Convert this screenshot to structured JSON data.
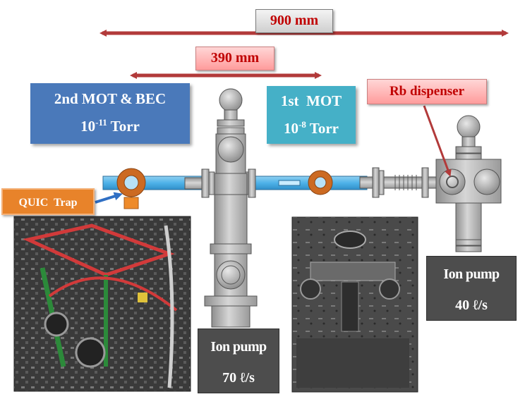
{
  "dimensions": {
    "overall": "900 mm",
    "mot_separation": "390 mm"
  },
  "chambers": {
    "second_mot": {
      "title": "2nd  MOT & BEC",
      "pressure_base": "10",
      "pressure_exp": "-11",
      "pressure_unit": " Torr"
    },
    "first_mot": {
      "title": "1st  MOT",
      "pressure_base": "10",
      "pressure_exp": "-8",
      "pressure_unit": " Torr"
    }
  },
  "labels": {
    "rb_dispenser": "Rb dispenser",
    "quic_trap": "QUIC  Trap"
  },
  "ion_pumps": {
    "left": {
      "title": "Ion pump",
      "speed": "70 ℓ/s"
    },
    "right": {
      "title": "Ion pump",
      "speed": "40 ℓ/s"
    }
  },
  "colors": {
    "dimension_arrow": "#b23a3a",
    "pointer_arrow": "#b23a3a",
    "quic_arrow": "#2f6fc4",
    "vacuum_tube": "#4fb2e8",
    "metal": "#b5b5b5",
    "metal_edge": "#555555",
    "coil": "#cc6a22"
  }
}
